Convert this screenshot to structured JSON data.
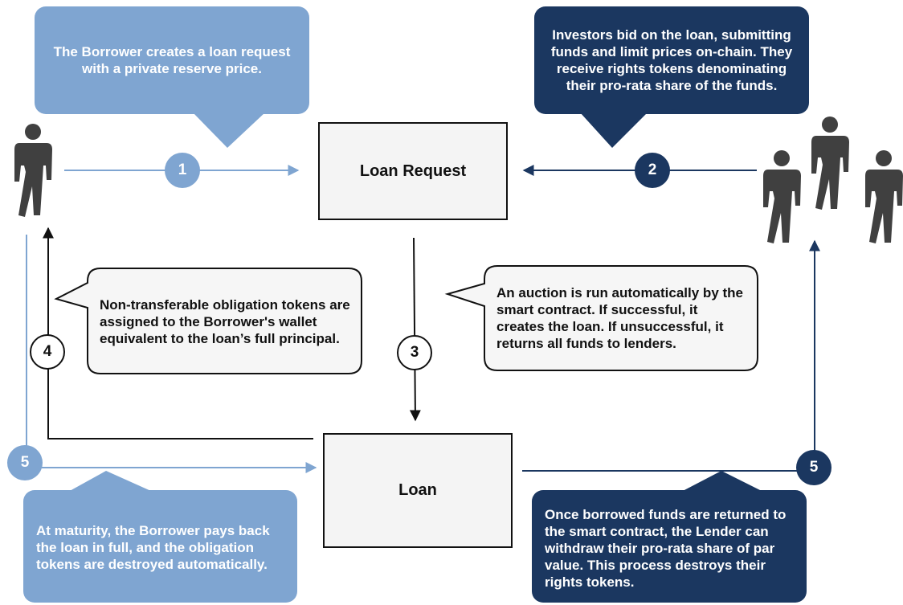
{
  "colors": {
    "light_blue": "#7fa5d1",
    "navy": "#1b3760",
    "dark": "#111111",
    "gray_figure": "#404040",
    "bubble_fill": "#f6f6f6",
    "box_fill": "#f4f4f4"
  },
  "nodes": {
    "loan_request": "Loan Request",
    "loan": "Loan"
  },
  "actors": {
    "borrower_icon": "person-icon",
    "investors_icon": "group-icon"
  },
  "steps": [
    "1",
    "2",
    "3",
    "4",
    "5",
    "5"
  ],
  "callouts": {
    "borrower_request": "The Borrower creates a loan request with a private reserve price.",
    "investors_bid": "Investors bid on the loan, submitting funds and limit prices on-chain. They receive rights tokens denominating their pro-rata share of the funds.",
    "obligation_tokens": "Non-transferable obligation tokens are assigned to the Borrower's wallet equivalent to the loan’s full principal.",
    "auction": "An auction is run automatically by the smart contract. If successful, it creates the loan. If unsuccessful, it returns all funds to lenders.",
    "maturity": "At maturity, the Borrower pays back the loan in full, and the obligation tokens are destroyed automatically.",
    "lender_withdraw": "Once borrowed funds are returned to the smart contract, the Lender can withdraw their pro-rata share of par value. This process destroys their rights tokens."
  }
}
